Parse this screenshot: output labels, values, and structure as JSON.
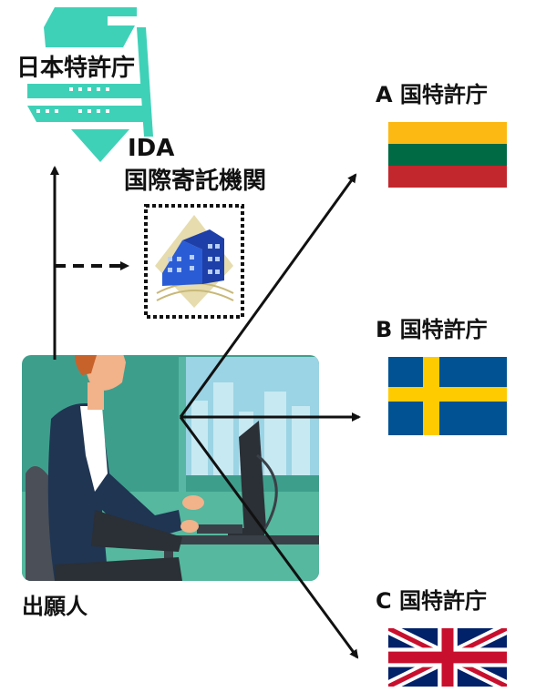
{
  "jpo": {
    "label": "日本特許庁"
  },
  "ida": {
    "abbr": "IDA",
    "label": "国際寄託機関"
  },
  "offices": [
    {
      "label": "A 国特許庁",
      "flag": "lithuania-flag"
    },
    {
      "label": "B 国特許庁",
      "flag": "sweden-flag"
    },
    {
      "label": "C 国特許庁",
      "flag": "uk-flag"
    }
  ],
  "applicant": {
    "label": "出願人"
  },
  "colors": {
    "jpo_logo": "#3fd1b8",
    "scene_bg": "#3e9e8c",
    "lt_yellow": "#fdb913",
    "lt_green": "#006a44",
    "lt_red": "#c1272d",
    "se_blue": "#005293",
    "se_yellow": "#fecb00",
    "uk_blue": "#012169",
    "uk_red": "#c8102e"
  }
}
